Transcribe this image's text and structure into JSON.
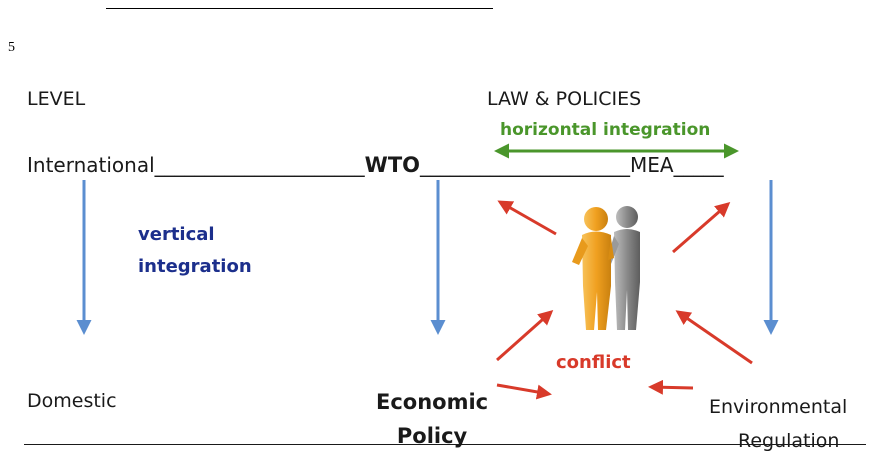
{
  "page_number": "5",
  "headers": {
    "level": "LEVEL",
    "law_policies": "LAW & POLICIES"
  },
  "international_row": {
    "label": "International",
    "wto": "WTO",
    "mea": "MEA"
  },
  "labels": {
    "horizontal_integration": "horizontal integration",
    "vertical_line1": "vertical",
    "vertical_line2": "integration",
    "conflict": "conflict"
  },
  "domestic_row": {
    "domestic": "Domestic",
    "economic_line1": "Economic",
    "economic_line2": "Policy",
    "environmental_line1": "Environmental",
    "environmental_line2": "Regulation"
  },
  "colors": {
    "blue_arrow": "#5b8ed0",
    "green_arrow": "#4a962b",
    "red_arrow": "#d83a2a",
    "vertical_text": "#1c2f8c",
    "figure_orange": "#f0a020",
    "figure_gray": "#8a8a8a"
  },
  "icons": [
    "two-people-figure-icon"
  ]
}
